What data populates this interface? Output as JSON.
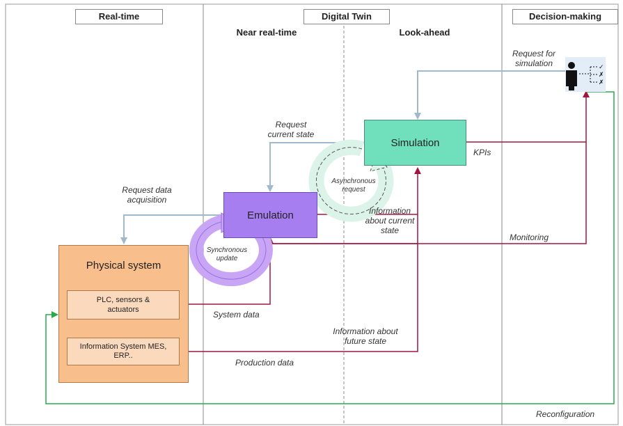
{
  "columns": {
    "realtime": "Real-time",
    "digital_twin": "Digital Twin",
    "near_realtime": "Near real-time",
    "lookahead": "Look-ahead",
    "decision": "Decision-making"
  },
  "blocks": {
    "simulation": "Simulation",
    "emulation": "Emulation",
    "physical_system": "Physical system",
    "plc": "PLC, sensors & actuators",
    "info_system": "Information System MES, ERP.."
  },
  "labels": {
    "request_simulation": "Request for simulation",
    "request_current_state": "Request current state",
    "kpis": "KPIs",
    "async_request": "Asynchronous request",
    "request_data_acquisition": "Request data acquisition",
    "info_current_state": "Information about current state",
    "sync_update": "Synchronous update",
    "monitoring": "Monitoring",
    "system_data": "System data",
    "info_future_state": "Information about future state",
    "production_data": "Production data",
    "reconfiguration": "Reconfiguration"
  },
  "colors": {
    "simulation_fill": "#6fe0bb",
    "emulation_fill": "#a77ef0",
    "physical_fill": "#f8be8c",
    "inner_fill": "#fbd9bd",
    "crimson_arrow": "#a01640",
    "blue_arrow": "#9fb9cf",
    "green_arrow": "#2aa84a",
    "sync_cycle": "#c9a5f5",
    "async_cycle": "#dcf3ea"
  },
  "icons": {
    "decision_maker": "person-with-checklist-icon",
    "sync_cycle": "circular-arrow-icon",
    "async_cycle": "circular-arrow-icon"
  }
}
